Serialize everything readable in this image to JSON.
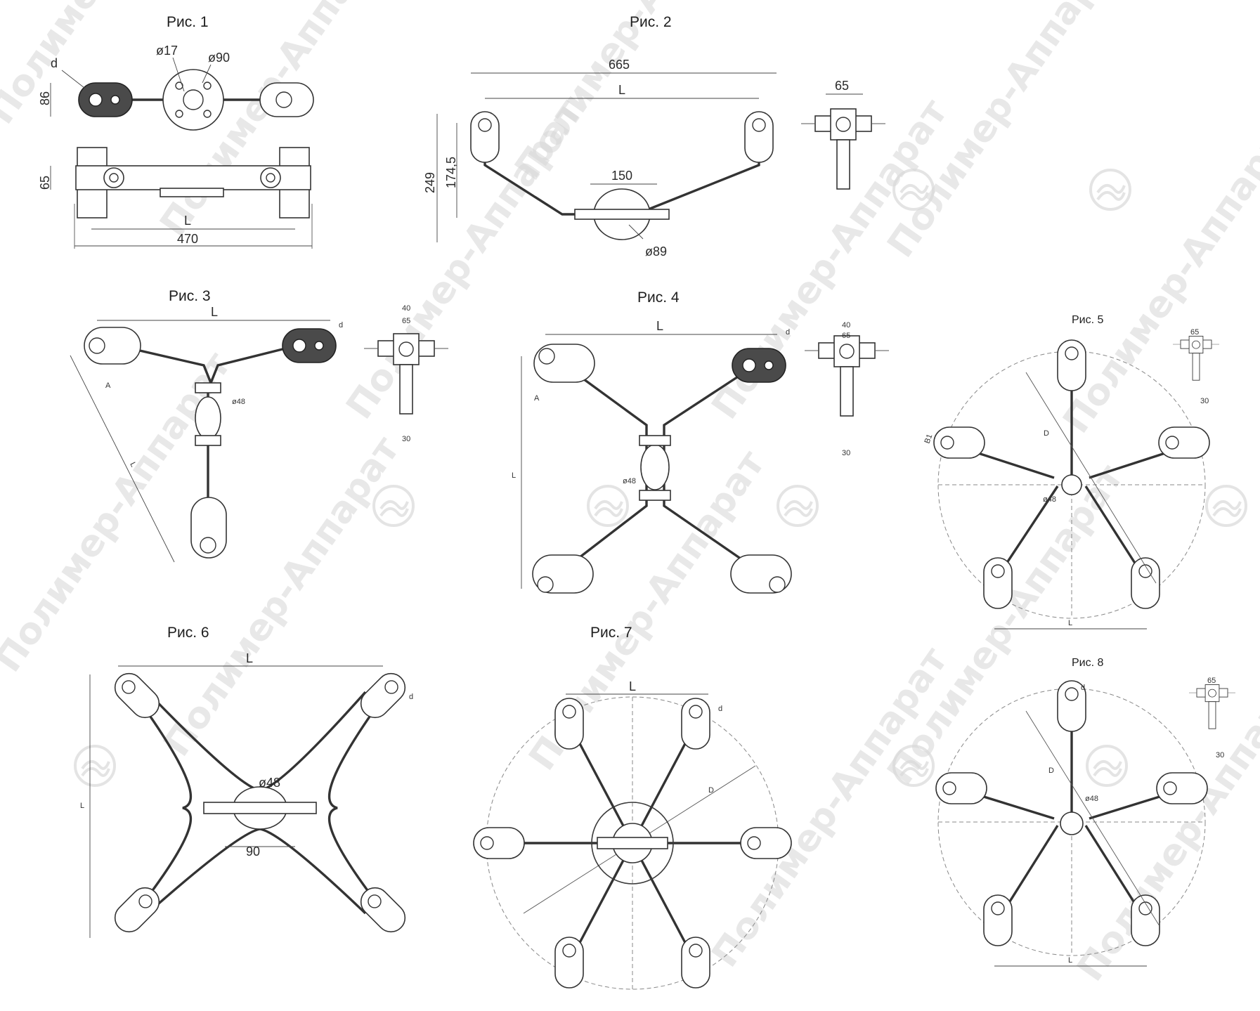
{
  "watermark": {
    "text": "Полимер-Аппарат",
    "logo_icon": "company-logo-icon",
    "color": "#d6d6d6"
  },
  "figures": {
    "fig1": {
      "caption": "Рис. 1",
      "labels": {
        "d": "d",
        "d17": "ø17",
        "d90": "ø90",
        "h86": "86",
        "h65": "65",
        "L": "L",
        "w470": "470"
      }
    },
    "fig2": {
      "caption": "Рис. 2",
      "labels": {
        "w665": "665",
        "L": "L",
        "w65": "65",
        "h249": "249",
        "h174": "174,5",
        "w150": "150",
        "d89": "ø89"
      }
    },
    "fig3": {
      "caption": "Рис. 3",
      "labels": {
        "L": "L",
        "d": "d",
        "A": "A",
        "d48": "ø48",
        "top40": "40",
        "top65": "65",
        "b30": "30",
        "Lside": "L"
      }
    },
    "fig4": {
      "caption": "Рис. 4",
      "labels": {
        "L": "L",
        "d": "d",
        "A": "A",
        "d48": "ø48",
        "Lside": "L",
        "top40": "40",
        "top65": "65",
        "b30": "30"
      }
    },
    "fig5": {
      "caption": "Рис. 5",
      "labels": {
        "t65": "65",
        "b30": "30",
        "D": "D",
        "B": "B1",
        "d48": "ø48",
        "L": "L"
      }
    },
    "fig6": {
      "caption": "Рис. 6",
      "labels": {
        "L": "L",
        "d": "d",
        "d48": "ø48",
        "w90": "90",
        "Lside": "L"
      }
    },
    "fig7": {
      "caption": "Рис. 7",
      "labels": {
        "L": "L",
        "d": "d",
        "D": "D"
      }
    },
    "fig8": {
      "caption": "Рис. 8",
      "labels": {
        "d": "d",
        "D": "D",
        "d48": "ø48",
        "L": "L",
        "t65": "65",
        "b30": "30"
      }
    }
  }
}
